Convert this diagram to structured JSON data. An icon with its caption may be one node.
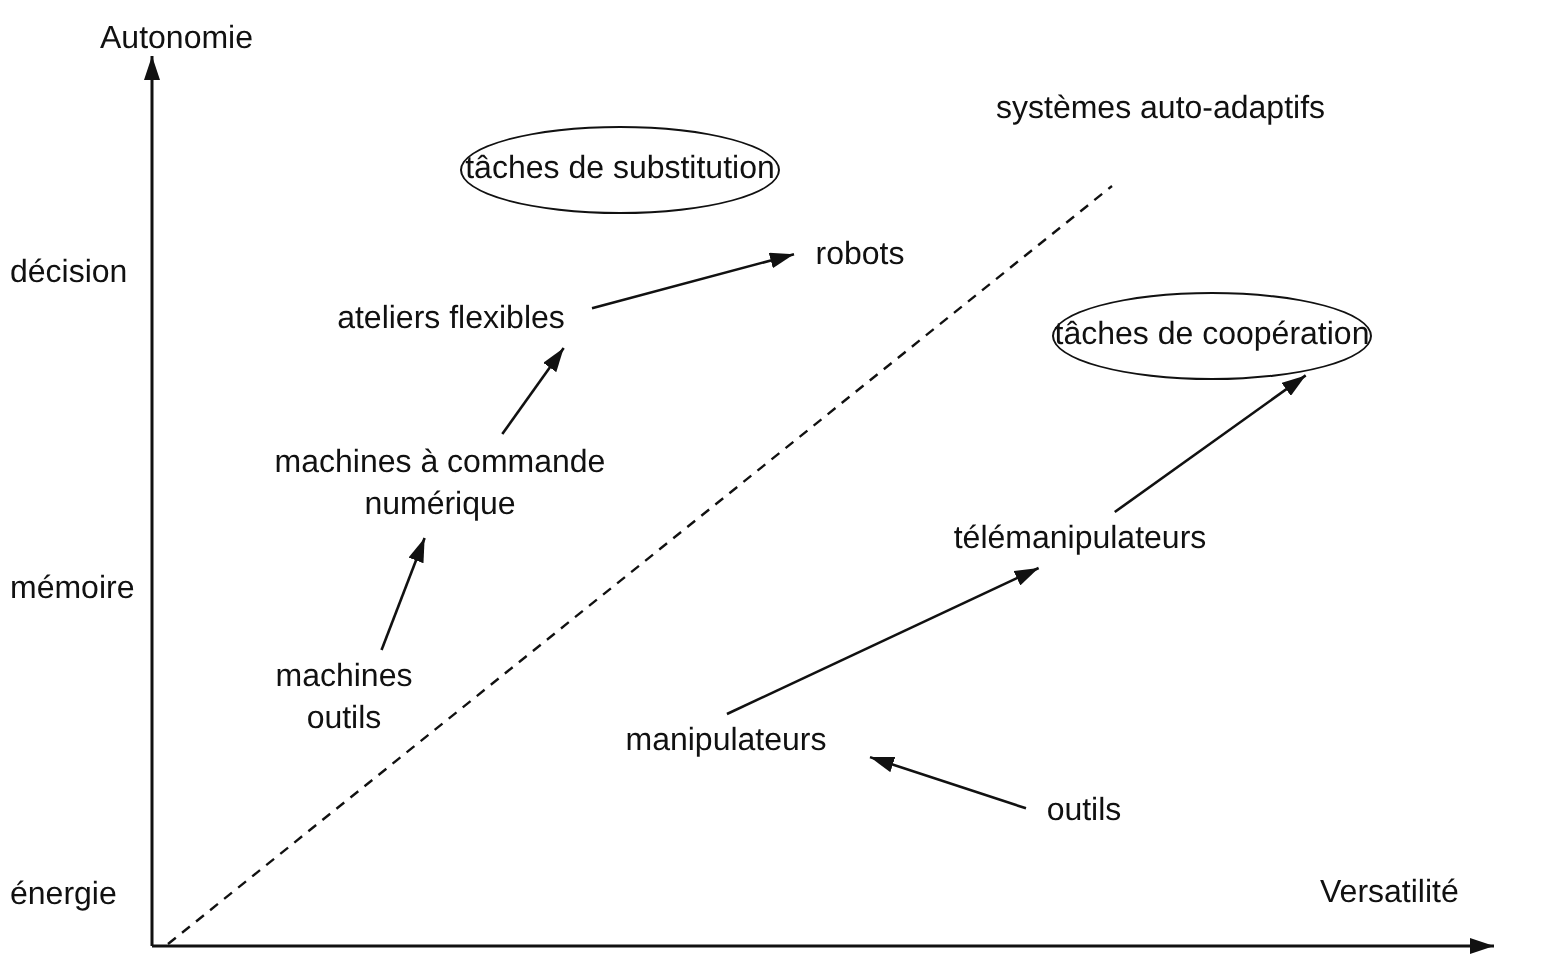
{
  "diagram": {
    "nodes": [
      {
        "text": [
          "tâches de substitution"
        ]
      },
      {
        "text": [
          "tâches de coopération"
        ]
      },
      {
        "text": [
          "robots"
        ]
      },
      {
        "text": [
          "ateliers flexibles"
        ]
      },
      {
        "text": [
          "machines à commande numérique"
        ]
      },
      {
        "text": [
          "machines outils"
        ]
      },
      {
        "text": [
          "télémanipulateurs"
        ]
      },
      {
        "text": [
          "manipulateurs"
        ]
      },
      {
        "text": [
          "outils"
        ]
      }
    ],
    "edges": [
      {
        "from": 5,
        "to": 4,
        "arrow": "to"
      },
      {
        "from": 4,
        "to": 3,
        "arrow": "to"
      },
      {
        "from": 3,
        "to": 2,
        "arrow": "to"
      },
      {
        "from": 7,
        "to": 6,
        "arrow": "to"
      },
      {
        "from": 6,
        "to": 1,
        "arrow": "to"
      },
      {
        "from": 8,
        "to": 7,
        "arrow": "to"
      }
    ],
    "labels": [
      "Autonomie",
      "décision",
      "mémoire",
      "énergie",
      "Versatilité",
      "systèmes auto-adaptifs"
    ]
  }
}
